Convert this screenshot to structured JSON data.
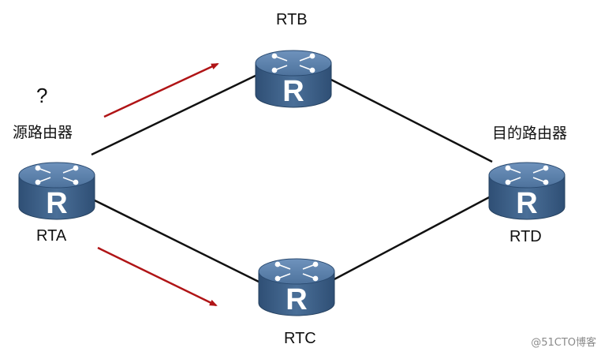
{
  "colors": {
    "link": "#111111",
    "arrow": "#b01416",
    "router_body": "#3b5e86",
    "router_top": "#5b80aa",
    "router_label": "#ffffff"
  },
  "routers": [
    {
      "id": "RTA",
      "label": "RTA",
      "role_label": "源路由器",
      "symbol": "R"
    },
    {
      "id": "RTB",
      "label": "RTB",
      "symbol": "R"
    },
    {
      "id": "RTC",
      "label": "RTC",
      "symbol": "R"
    },
    {
      "id": "RTD",
      "label": "RTD",
      "role_label": "目的路由器",
      "symbol": "R"
    }
  ],
  "links": [
    {
      "from": "RTA",
      "to": "RTB"
    },
    {
      "from": "RTA",
      "to": "RTC"
    },
    {
      "from": "RTB",
      "to": "RTD"
    },
    {
      "from": "RTC",
      "to": "RTD"
    }
  ],
  "arrows": [
    {
      "toward": "RTB"
    },
    {
      "toward": "RTC"
    }
  ],
  "question_mark": "?",
  "watermark": "@51CTO博客",
  "icons": {
    "router": "router-icon",
    "arrow": "arrow-icon"
  }
}
